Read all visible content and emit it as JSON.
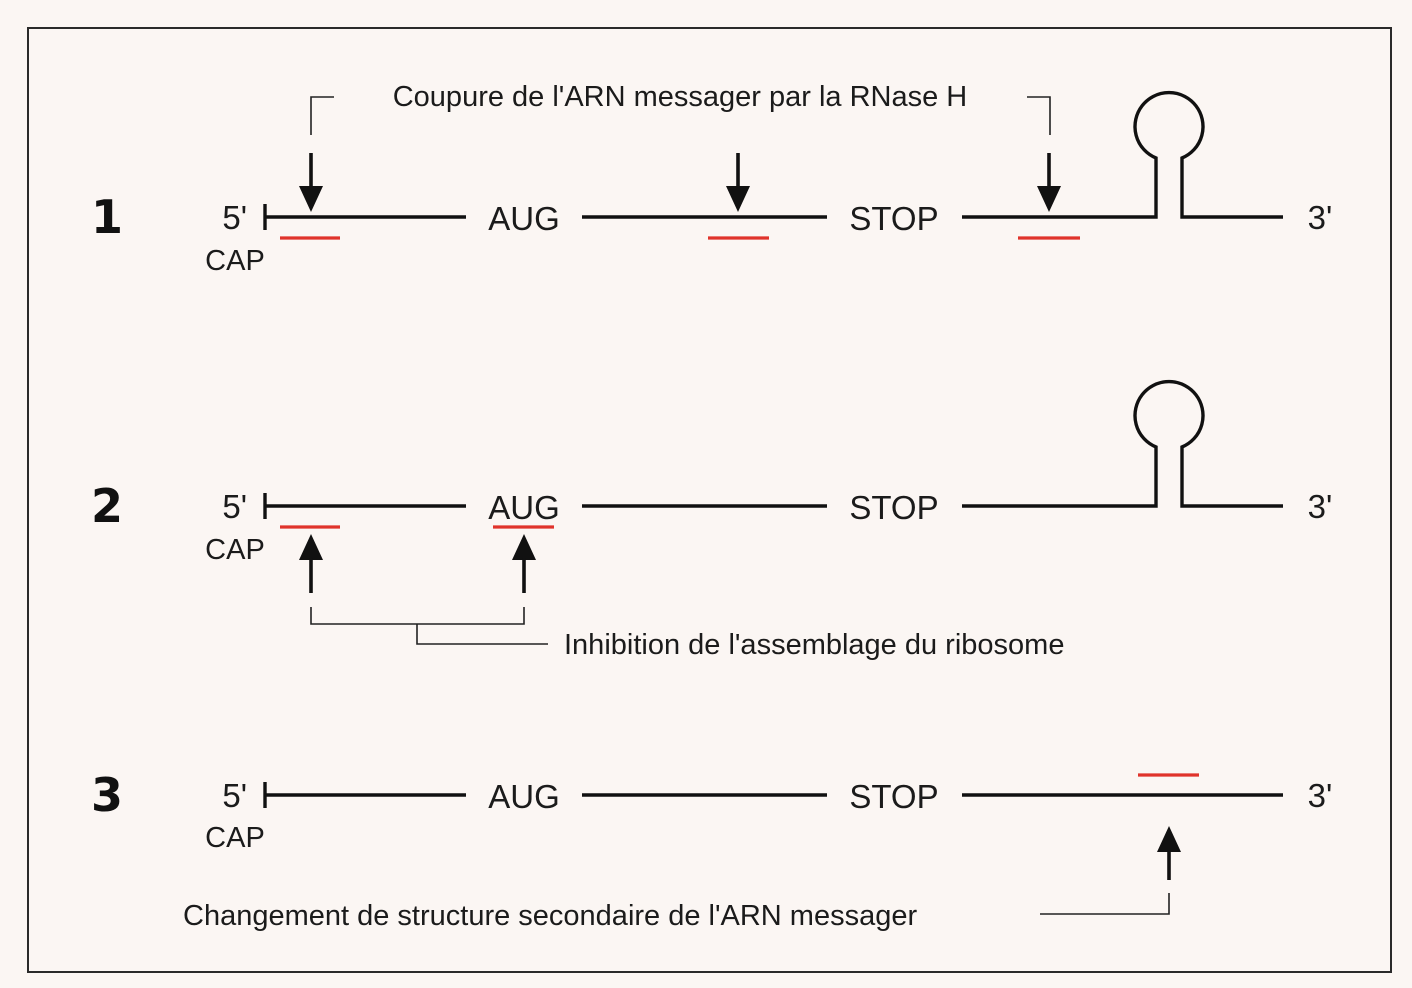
{
  "colors": {
    "background": "#fbf6f3",
    "strand": "#111111",
    "antisense_oligo": "#e0332b",
    "frame": "#2a2a2a"
  },
  "panels": [
    {
      "number": "1",
      "five_prime": "5'",
      "cap": "CAP",
      "start_codon": "AUG",
      "stop_codon": "STOP",
      "three_prime": "3'",
      "annotation": "Coupure de l'ARN messager par la RNase H"
    },
    {
      "number": "2",
      "five_prime": "5'",
      "cap": "CAP",
      "start_codon": "AUG",
      "stop_codon": "STOP",
      "three_prime": "3'",
      "annotation": "Inhibition de l'assemblage du ribosome"
    },
    {
      "number": "3",
      "five_prime": "5'",
      "cap": "CAP",
      "start_codon": "AUG",
      "stop_codon": "STOP",
      "three_prime": "3'",
      "annotation": "Changement de structure secondaire de l'ARN messager"
    }
  ]
}
